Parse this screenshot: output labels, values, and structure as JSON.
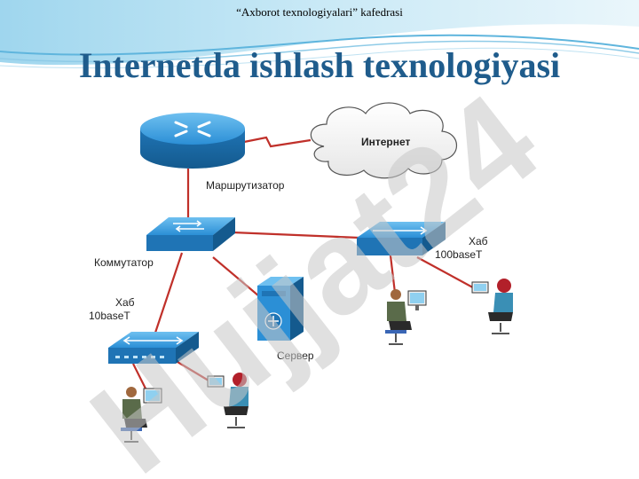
{
  "slide": {
    "header": "“Axborot texnologiyalari”  kafedrasi",
    "title": "Internetda ishlash texnologiyasi"
  },
  "diagram": {
    "internet_label": "Интернет",
    "router_label": "Маршрутизатор",
    "switch_label": "Коммутатор",
    "server_label": "Сервер",
    "hub_left_label_line1": "Хаб",
    "hub_left_label_line2": "10baseT",
    "hub_right_label_line1": "Хаб",
    "hub_right_label_line2": "100baseT"
  },
  "watermark": {
    "text": "Hujjat24",
    "color_text": "#c8c8c8",
    "color_accent": "#cdb8e8"
  },
  "colors": {
    "title": "#1f5c8c",
    "device_blue": "#2b8fd6",
    "cable_red": "#c0302a",
    "header_wave": "#7ec8e8"
  },
  "icons": [
    "router-icon",
    "cloud-icon",
    "switch-icon",
    "hub-icon",
    "server-icon",
    "user-icon"
  ]
}
